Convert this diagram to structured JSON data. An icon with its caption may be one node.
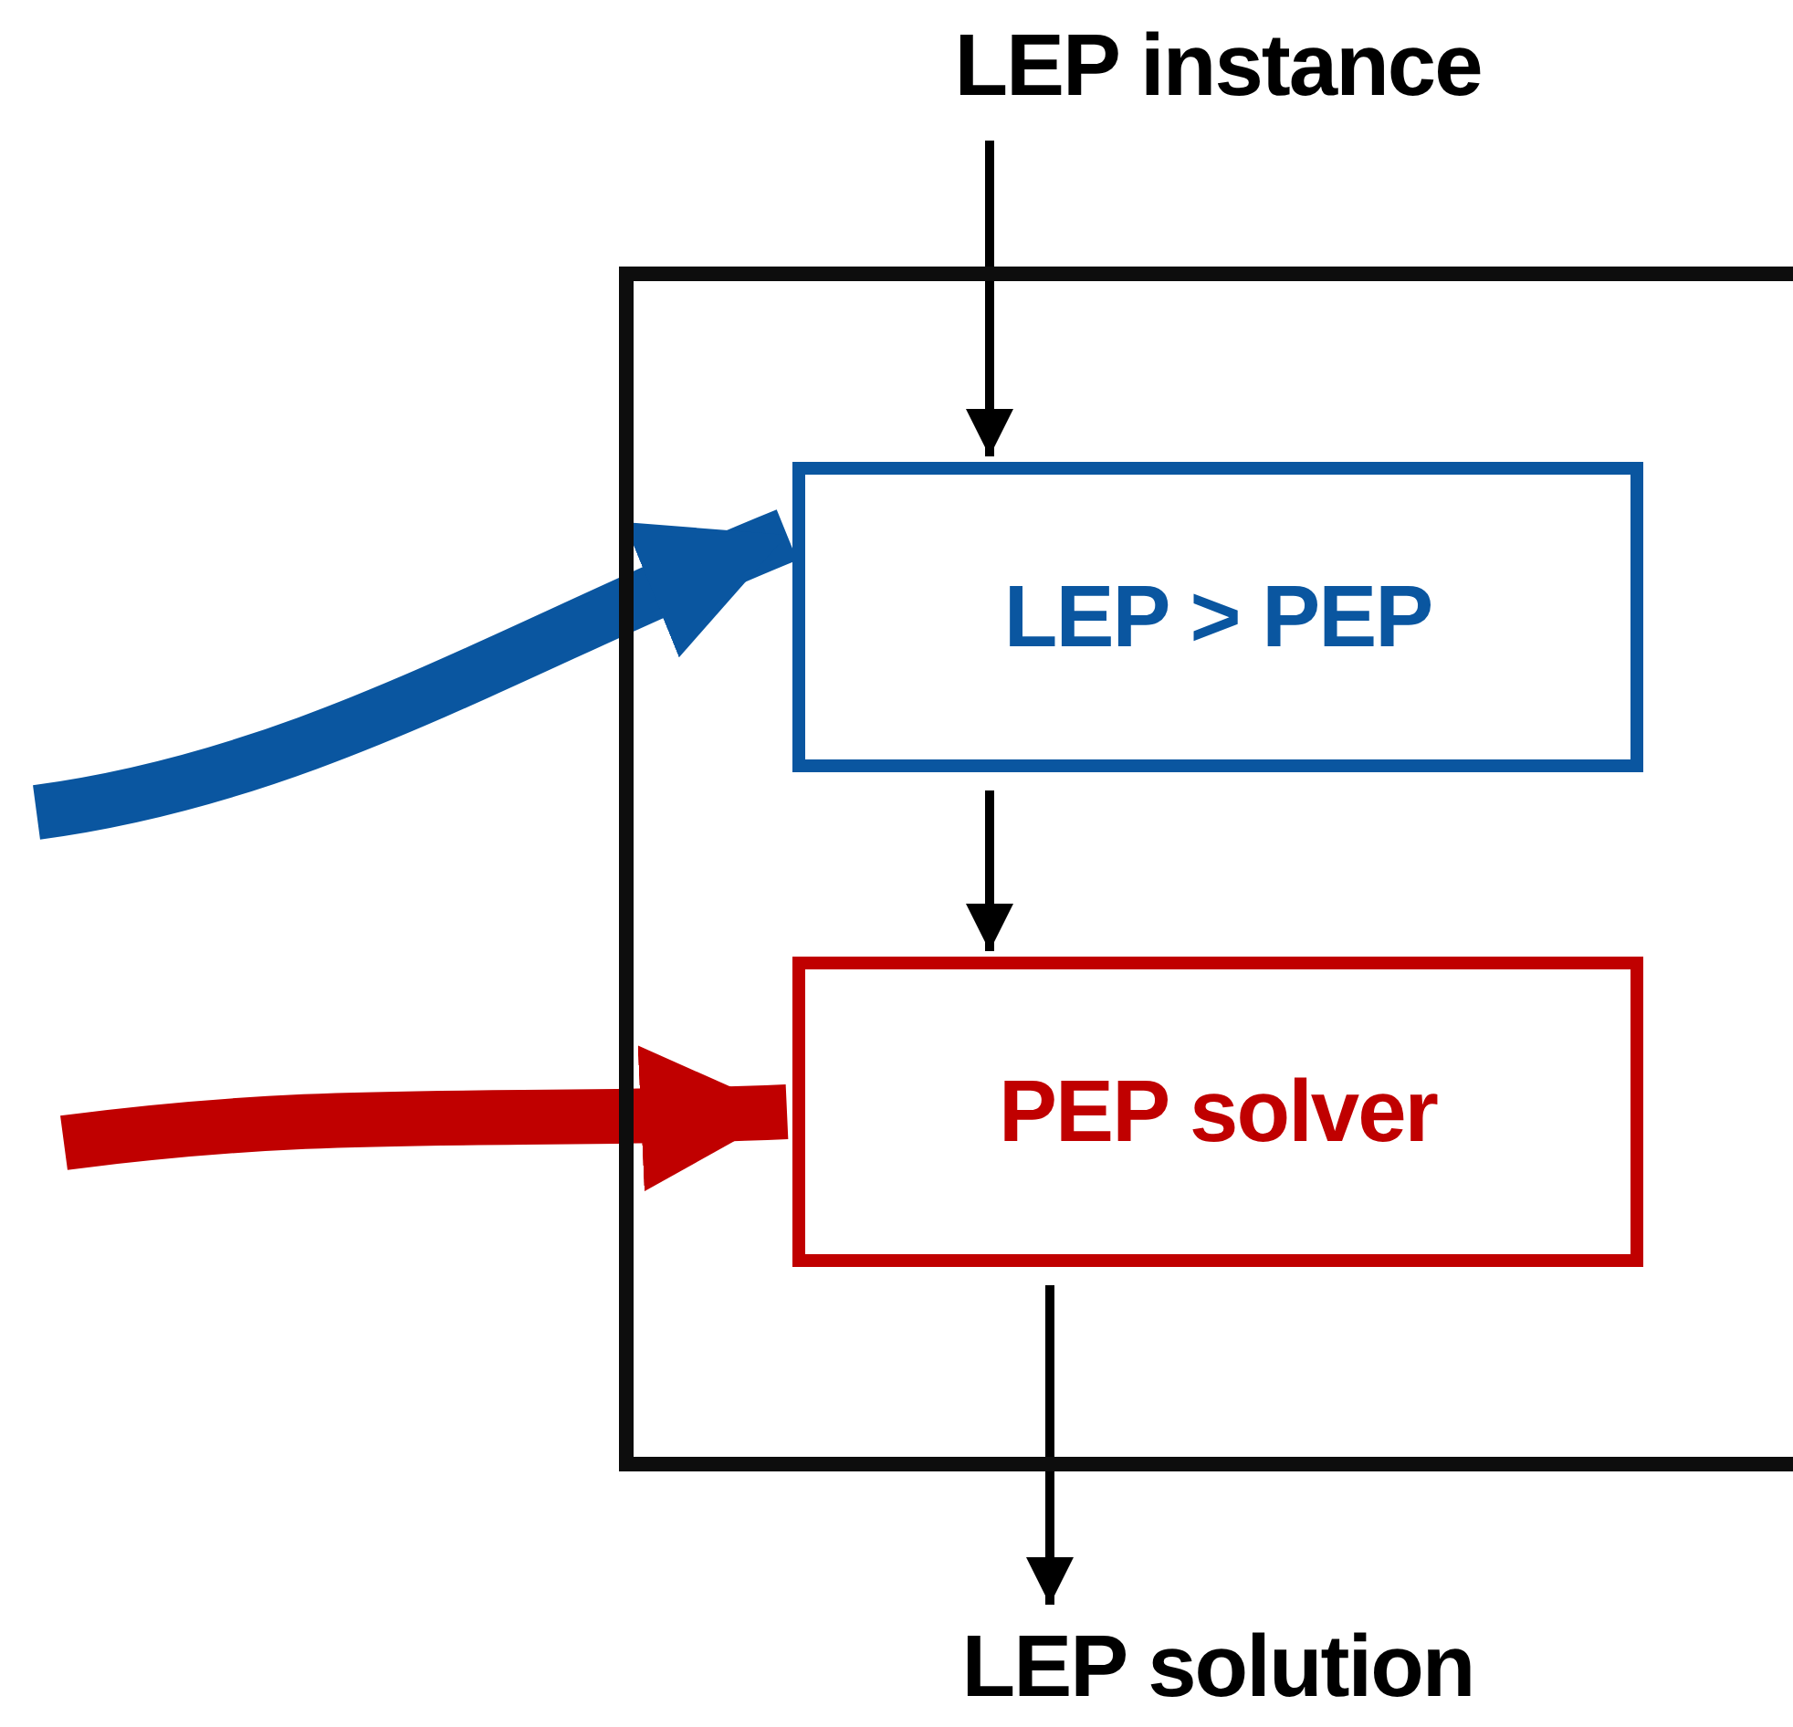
{
  "diagram": {
    "nodes": [
      {
        "text": [
          "LEP instance"
        ]
      },
      {
        "text": [],
        "shape": "box"
      },
      {
        "text": [
          "LEP > PEP"
        ],
        "in": 1
      },
      {
        "text": [
          "PEP solver"
        ],
        "in": 1
      },
      {
        "text": [
          "LEP solution"
        ]
      }
    ],
    "edges": [
      {
        "from": 0,
        "to": 2,
        "arrow": "to"
      },
      {
        "from": 2,
        "to": 3,
        "arrow": "to"
      },
      {
        "from": 3,
        "to": 4,
        "arrow": "to"
      },
      {
        "from": null,
        "to": 2,
        "arrow": "to",
        "style": "thick",
        "color": "#0a56a0"
      },
      {
        "from": null,
        "to": 3,
        "arrow": "to",
        "style": "thick",
        "color": "#c00000"
      }
    ]
  }
}
